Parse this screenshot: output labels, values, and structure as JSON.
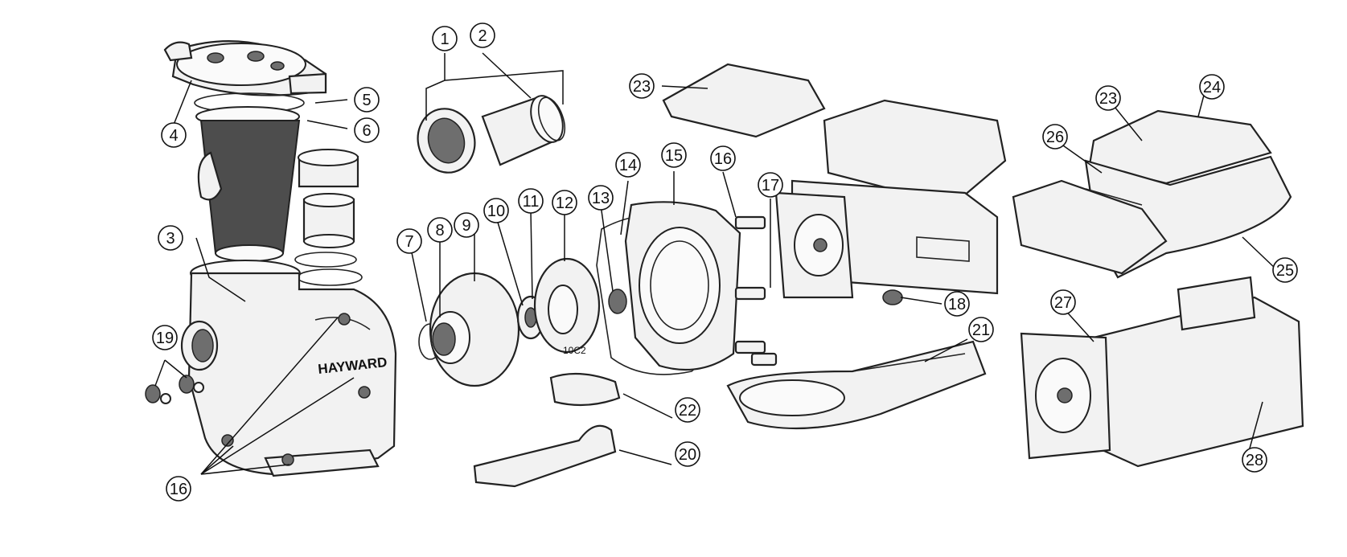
{
  "diagram": {
    "brand_text": "HAYWARD",
    "impeller_text": "10C2",
    "colors": {
      "outline": "#222222",
      "fill": "#f2f2f2",
      "shade": "#6e6e6e"
    },
    "callouts": [
      {
        "id": "c1",
        "label": "1"
      },
      {
        "id": "c2",
        "label": "2"
      },
      {
        "id": "c3",
        "label": "3"
      },
      {
        "id": "c4",
        "label": "4"
      },
      {
        "id": "c5",
        "label": "5"
      },
      {
        "id": "c6",
        "label": "6"
      },
      {
        "id": "c7",
        "label": "7"
      },
      {
        "id": "c8",
        "label": "8"
      },
      {
        "id": "c9",
        "label": "9"
      },
      {
        "id": "c10",
        "label": "10"
      },
      {
        "id": "c11",
        "label": "11"
      },
      {
        "id": "c12",
        "label": "12"
      },
      {
        "id": "c13",
        "label": "13"
      },
      {
        "id": "c14",
        "label": "14"
      },
      {
        "id": "c15",
        "label": "15"
      },
      {
        "id": "c16a",
        "label": "16"
      },
      {
        "id": "c16b",
        "label": "16"
      },
      {
        "id": "c17",
        "label": "17"
      },
      {
        "id": "c18",
        "label": "18"
      },
      {
        "id": "c19",
        "label": "19"
      },
      {
        "id": "c20",
        "label": "20"
      },
      {
        "id": "c21",
        "label": "21"
      },
      {
        "id": "c22",
        "label": "22"
      },
      {
        "id": "c23a",
        "label": "23"
      },
      {
        "id": "c23b",
        "label": "23"
      },
      {
        "id": "c24",
        "label": "24"
      },
      {
        "id": "c25",
        "label": "25"
      },
      {
        "id": "c26",
        "label": "26"
      },
      {
        "id": "c27",
        "label": "27"
      },
      {
        "id": "c28",
        "label": "28"
      }
    ]
  }
}
